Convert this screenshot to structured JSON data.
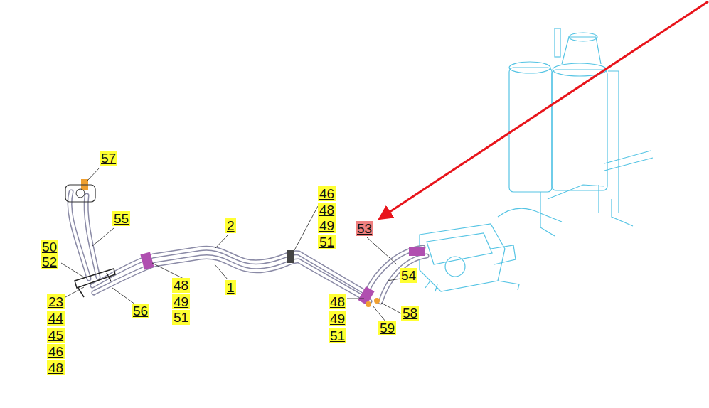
{
  "diagram": {
    "labels": [
      "57",
      "55",
      "50",
      "52",
      "2",
      "46",
      "48",
      "49",
      "51",
      "53",
      "1",
      "54",
      "48",
      "49",
      "51",
      "56",
      "23",
      "44",
      "45",
      "46",
      "48",
      "48",
      "49",
      "51",
      "58",
      "59"
    ]
  }
}
